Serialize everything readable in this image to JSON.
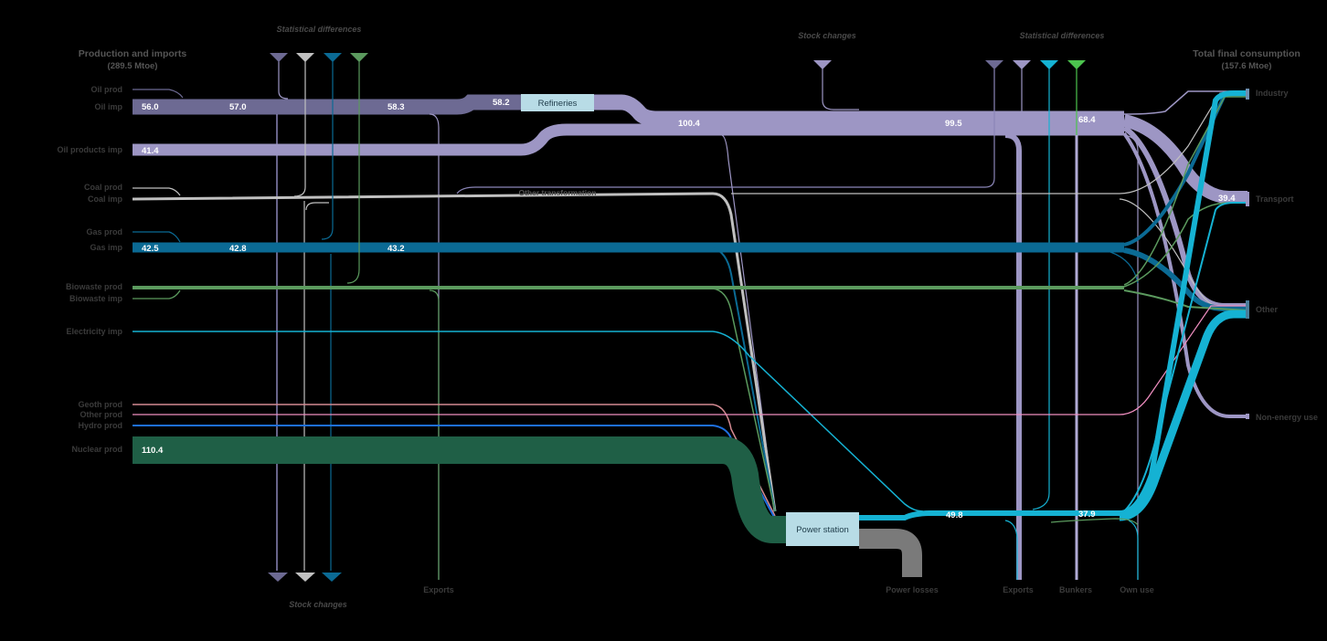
{
  "headers": {
    "left_title": "Production and imports",
    "left_total": "(289.5 Mtoe)",
    "right_title": "Total final consumption",
    "right_total": "(157.6 Mtoe)"
  },
  "annotations": {
    "stat_diff_top_left": "Statistical differences",
    "stock_changes_top": "Stock  changes",
    "stat_diff_top_right": "Statistical differences",
    "stock_changes_bottom": "Stock changes",
    "other_transformation": "Other transformation"
  },
  "sources": [
    "Oil prod",
    "Oil imp",
    "Oil products imp",
    "Coal prod",
    "Coal imp",
    "Gas prod",
    "Gas imp",
    "Biowaste prod",
    "Biowaste imp",
    "Electricity imp",
    "Geoth prod",
    "Other prod",
    "Hydro prod",
    "Nuclear prod"
  ],
  "nodes": {
    "refineries": "Refineries",
    "power_station": "Power station"
  },
  "sinks_bottom": [
    "Exports",
    "Power losses",
    "Exports",
    "Bunkers",
    "Own use"
  ],
  "sinks_right": [
    "Industry",
    "Transport",
    "Other",
    "Non-energy use"
  ],
  "flow_values": {
    "oil_imp": "56.0",
    "oil_mid1": "57.0",
    "oil_mid2": "58.3",
    "oil_to_refineries": "58.2",
    "oil_products_imp": "41.4",
    "refined_total": "100.4",
    "refined_after_exports": "99.5",
    "refined_to_consumption": "68.4",
    "gas_imp": "42.5",
    "gas_mid1": "42.8",
    "gas_mid2": "43.2",
    "nuclear_prod": "110.4",
    "electricity_out": "49.8",
    "electricity_final": "37.9",
    "transport_value": "39.4"
  },
  "colors": {
    "oil": "#6d6a93",
    "oil_products": "#9d96c4",
    "coal": "#c0c0c0",
    "gas": "#0b6a94",
    "biowaste": "#5b9a5e",
    "electricity": "#15b2d3",
    "geothermal": "#d48a92",
    "other": "#f08ec0",
    "hydro": "#1e6fe0",
    "nuclear": "#1f5f46",
    "power_losses": "#7a7a7a",
    "node_fill": "#b8dce6",
    "bunkers_green": "#4cc34e"
  }
}
